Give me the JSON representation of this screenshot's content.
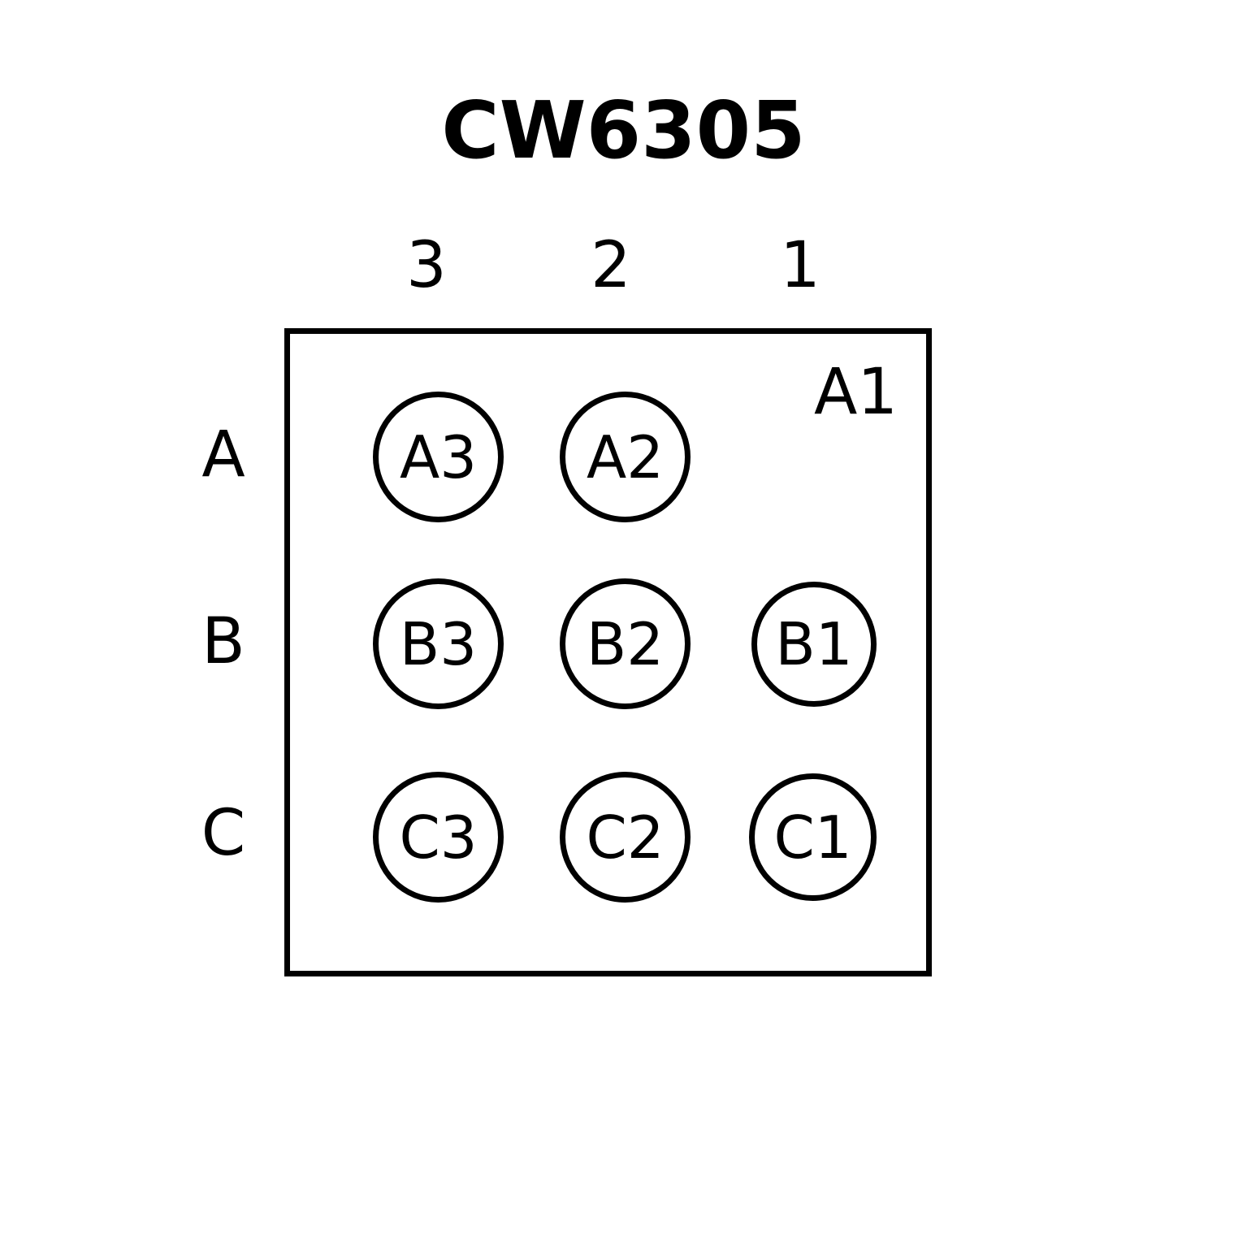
{
  "title": "CW6305",
  "colors": {
    "ink": "#000000",
    "background": "#ffffff"
  },
  "grid": {
    "column_headers": [
      "3",
      "2",
      "1"
    ],
    "row_headers": [
      "A",
      "B",
      "C"
    ],
    "corner_marker": "A1"
  },
  "pads": [
    {
      "id": "A3",
      "row": "A",
      "column": "3",
      "label": "A3"
    },
    {
      "id": "A2",
      "row": "A",
      "column": "2",
      "label": "A2"
    },
    {
      "id": "B3",
      "row": "B",
      "column": "3",
      "label": "B3"
    },
    {
      "id": "B2",
      "row": "B",
      "column": "2",
      "label": "B2"
    },
    {
      "id": "B1",
      "row": "B",
      "column": "1",
      "label": "B1"
    },
    {
      "id": "C3",
      "row": "C",
      "column": "3",
      "label": "C3"
    },
    {
      "id": "C2",
      "row": "C",
      "column": "2",
      "label": "C2"
    },
    {
      "id": "C1",
      "row": "C",
      "column": "1",
      "label": "C1"
    }
  ]
}
